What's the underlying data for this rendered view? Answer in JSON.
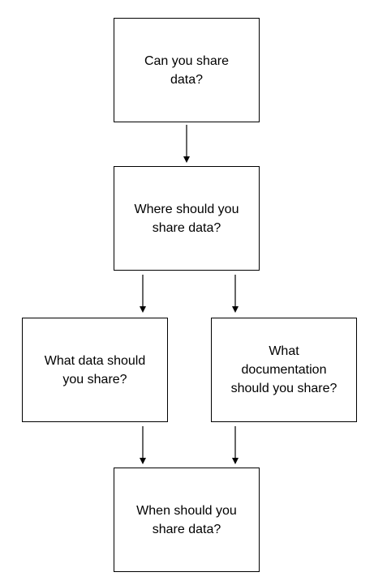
{
  "diagram": {
    "nodes": {
      "can_share": {
        "label": "Can you share\ndata?"
      },
      "where_share": {
        "label": "Where should you\nshare data?"
      },
      "what_data": {
        "label": "What data should\nyou share?"
      },
      "what_doc": {
        "label": "What\ndocumentation\nshould you share?"
      },
      "when_share": {
        "label": "When should you\nshare data?"
      }
    },
    "edges": [
      {
        "from": "can_share",
        "to": "where_share"
      },
      {
        "from": "where_share",
        "to": "what_data"
      },
      {
        "from": "where_share",
        "to": "what_doc"
      },
      {
        "from": "what_data",
        "to": "when_share"
      },
      {
        "from": "what_doc",
        "to": "when_share"
      }
    ],
    "colors": {
      "line": "#000000",
      "box_border": "#000000",
      "background": "#ffffff"
    }
  }
}
